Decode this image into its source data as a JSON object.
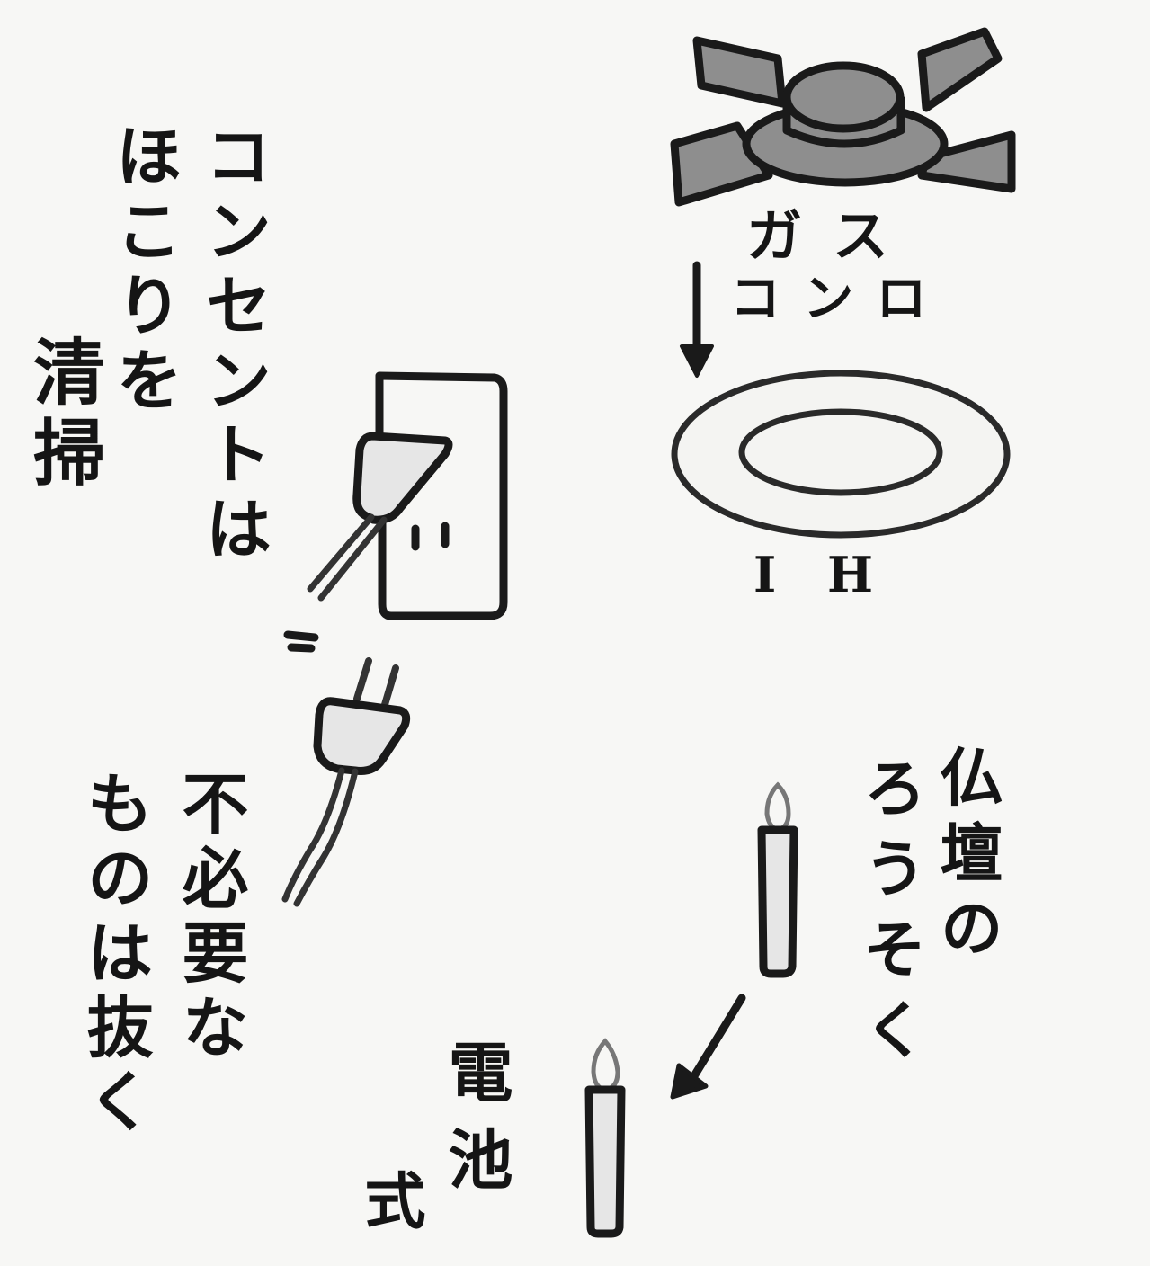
{
  "illustration": {
    "outlet_section": {
      "text_line1": "コンセントは",
      "text_line2": "ほこりを",
      "text_line3": "清掃"
    },
    "unplug_section": {
      "text_line1": "不必要な",
      "text_line2": "ものは抜く"
    },
    "stove_section": {
      "gas_line1": "ガス",
      "gas_line2": "コンロ",
      "ih_label": "IH"
    },
    "candle_section": {
      "text_line1": "仏壇の",
      "text_line2": "ろうそく",
      "battery_line1": "電池",
      "battery_line2": "式"
    },
    "colors": {
      "background": "#f7f7f5",
      "ink": "#1a1a1a",
      "burner_fill": "#8e8e8e",
      "highlight": "#e6e6e6"
    }
  }
}
